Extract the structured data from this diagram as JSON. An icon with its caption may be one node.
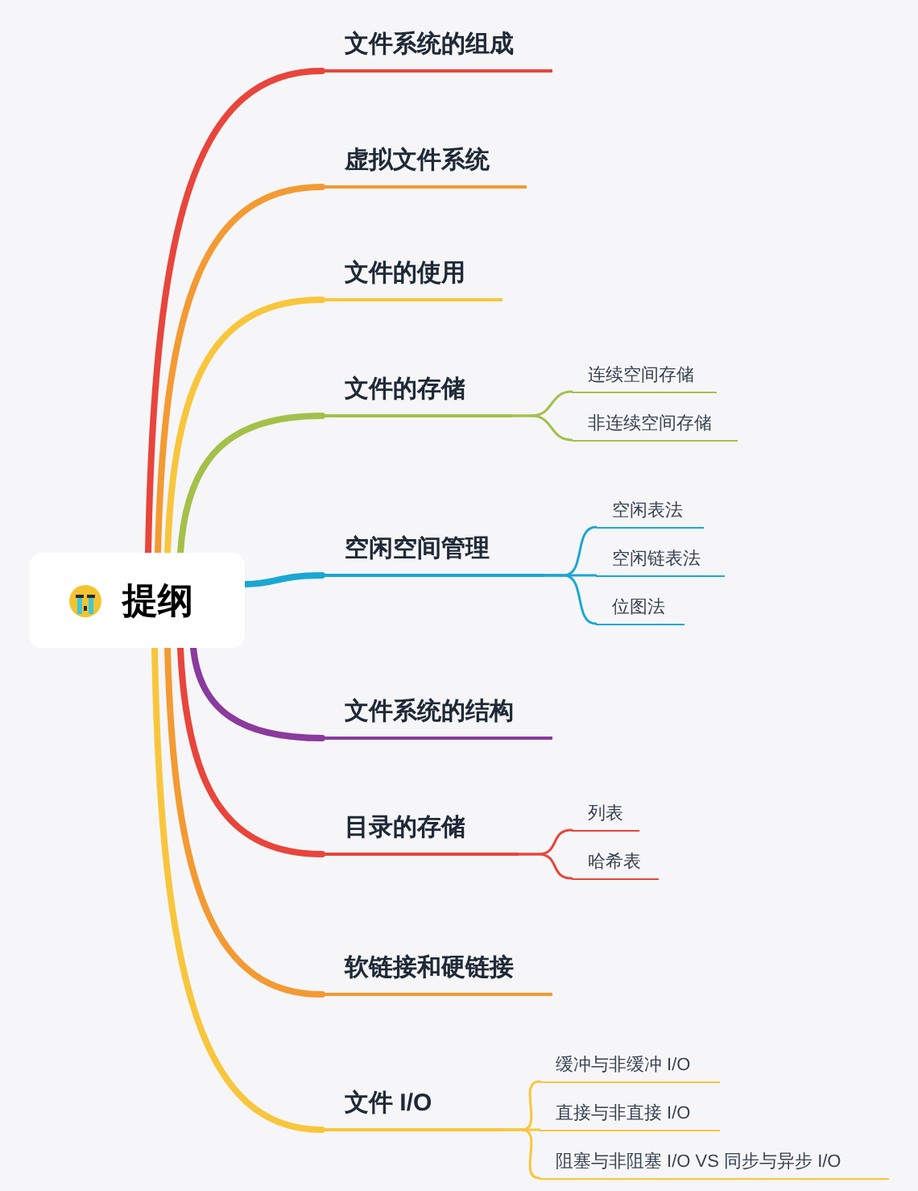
{
  "diagram": {
    "nodes": [
      {
        "text": [
          "提纲"
        ]
      },
      {
        "text": [
          "文件系统的组成"
        ]
      },
      {
        "text": [
          "虚拟文件系统"
        ]
      },
      {
        "text": [
          "文件的使用"
        ]
      },
      {
        "text": [
          "文件的存储"
        ]
      },
      {
        "text": [
          "连续空间存储"
        ]
      },
      {
        "text": [
          "非连续空间存储"
        ]
      },
      {
        "text": [
          "空闲空间管理"
        ]
      },
      {
        "text": [
          "空闲表法"
        ]
      },
      {
        "text": [
          "空闲链表法"
        ]
      },
      {
        "text": [
          "位图法"
        ]
      },
      {
        "text": [
          "文件系统的结构"
        ]
      },
      {
        "text": [
          "目录的存储"
        ]
      },
      {
        "text": [
          "列表"
        ]
      },
      {
        "text": [
          "哈希表"
        ]
      },
      {
        "text": [
          "软链接和硬链接"
        ]
      },
      {
        "text": [
          "文件 I/O"
        ]
      },
      {
        "text": [
          "缓冲与非缓冲 I/O"
        ]
      },
      {
        "text": [
          "直接与非直接 I/O"
        ]
      },
      {
        "text": [
          "阻塞与非阻塞 I/O VS 同步与异步 I/O"
        ]
      }
    ],
    "edges": [
      {
        "from": 0,
        "to": 1,
        "arrow": "none",
        "style": "thick",
        "color": "#e8453c"
      },
      {
        "from": 0,
        "to": 2,
        "arrow": "none",
        "style": "thick",
        "color": "#f39a33"
      },
      {
        "from": 0,
        "to": 3,
        "arrow": "none",
        "style": "thick",
        "color": "#f8c63d"
      },
      {
        "from": 0,
        "to": 4,
        "arrow": "none",
        "style": "thick",
        "color": "#a3c14a"
      },
      {
        "from": 0,
        "to": 7,
        "arrow": "none",
        "style": "thick",
        "color": "#1ba7d4"
      },
      {
        "from": 0,
        "to": 11,
        "arrow": "none",
        "style": "thick",
        "color": "#8b3a9e"
      },
      {
        "from": 0,
        "to": 12,
        "arrow": "none",
        "style": "thick",
        "color": "#e8453c"
      },
      {
        "from": 0,
        "to": 15,
        "arrow": "none",
        "style": "thick",
        "color": "#f39a33"
      },
      {
        "from": 0,
        "to": 16,
        "arrow": "none",
        "style": "thick",
        "color": "#f8c63d"
      },
      {
        "from": 4,
        "to": 5,
        "arrow": "none",
        "color": "#a3c14a"
      },
      {
        "from": 4,
        "to": 6,
        "arrow": "none",
        "color": "#a3c14a"
      },
      {
        "from": 7,
        "to": 8,
        "arrow": "none",
        "color": "#1ba7d4"
      },
      {
        "from": 7,
        "to": 9,
        "arrow": "none",
        "color": "#1ba7d4"
      },
      {
        "from": 7,
        "to": 10,
        "arrow": "none",
        "color": "#1ba7d4"
      },
      {
        "from": 12,
        "to": 13,
        "arrow": "none",
        "color": "#e8453c"
      },
      {
        "from": 12,
        "to": 14,
        "arrow": "none",
        "color": "#e8453c"
      },
      {
        "from": 16,
        "to": 17,
        "arrow": "none",
        "color": "#f8c63d"
      },
      {
        "from": 16,
        "to": 18,
        "arrow": "none",
        "color": "#f8c63d"
      },
      {
        "from": 16,
        "to": 19,
        "arrow": "none",
        "color": "#f8c63d"
      }
    ]
  }
}
